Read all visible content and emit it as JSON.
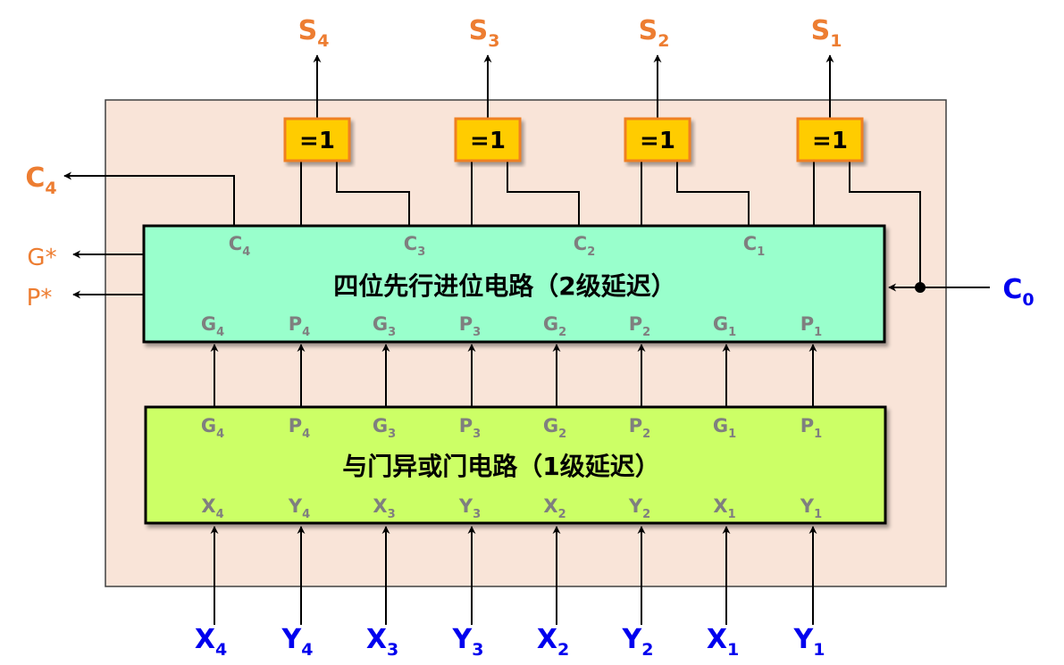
{
  "colors": {
    "background_panel": "#f9e4d8",
    "cla_box": "#99ffcc",
    "gate_box": "#ccff66",
    "xor_box": "#ffcc00",
    "xor_border": "#f08020",
    "orange_text": "#ed7d31",
    "blue_text": "#0000ee",
    "gray_text": "#7f7f7f",
    "black": "#000000"
  },
  "xor_gate_label": "=1",
  "outputs": [
    {
      "main": "S",
      "sub": "4"
    },
    {
      "main": "S",
      "sub": "3"
    },
    {
      "main": "S",
      "sub": "2"
    },
    {
      "main": "S",
      "sub": "1"
    }
  ],
  "carry_out": {
    "main": "C",
    "sub": "4"
  },
  "group_generate": "G*",
  "group_propagate": "P*",
  "carry_in": {
    "main": "C",
    "sub": "0"
  },
  "cla_box": {
    "title": "四位先行进位电路（2级延迟）",
    "top_pins": [
      {
        "main": "C",
        "sub": "4"
      },
      {
        "main": "C",
        "sub": "3"
      },
      {
        "main": "C",
        "sub": "2"
      },
      {
        "main": "C",
        "sub": "1"
      }
    ],
    "bottom_pins": [
      {
        "main": "G",
        "sub": "4"
      },
      {
        "main": "P",
        "sub": "4"
      },
      {
        "main": "G",
        "sub": "3"
      },
      {
        "main": "P",
        "sub": "3"
      },
      {
        "main": "G",
        "sub": "2"
      },
      {
        "main": "P",
        "sub": "2"
      },
      {
        "main": "G",
        "sub": "1"
      },
      {
        "main": "P",
        "sub": "1"
      }
    ]
  },
  "gate_box": {
    "title": "与门异或门电路（1级延迟）",
    "top_pins": [
      {
        "main": "G",
        "sub": "4"
      },
      {
        "main": "P",
        "sub": "4"
      },
      {
        "main": "G",
        "sub": "3"
      },
      {
        "main": "P",
        "sub": "3"
      },
      {
        "main": "G",
        "sub": "2"
      },
      {
        "main": "P",
        "sub": "2"
      },
      {
        "main": "G",
        "sub": "1"
      },
      {
        "main": "P",
        "sub": "1"
      }
    ],
    "bottom_pins": [
      {
        "main": "X",
        "sub": "4"
      },
      {
        "main": "Y",
        "sub": "4"
      },
      {
        "main": "X",
        "sub": "3"
      },
      {
        "main": "Y",
        "sub": "3"
      },
      {
        "main": "X",
        "sub": "2"
      },
      {
        "main": "Y",
        "sub": "2"
      },
      {
        "main": "X",
        "sub": "1"
      },
      {
        "main": "Y",
        "sub": "1"
      }
    ]
  },
  "inputs": [
    {
      "main": "X",
      "sub": "4"
    },
    {
      "main": "Y",
      "sub": "4"
    },
    {
      "main": "X",
      "sub": "3"
    },
    {
      "main": "Y",
      "sub": "3"
    },
    {
      "main": "X",
      "sub": "2"
    },
    {
      "main": "Y",
      "sub": "2"
    },
    {
      "main": "X",
      "sub": "1"
    },
    {
      "main": "Y",
      "sub": "1"
    }
  ]
}
